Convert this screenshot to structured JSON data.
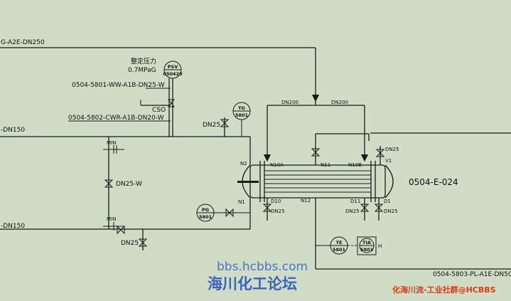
{
  "lines": {
    "top_left": "G-A2E-DN250",
    "left_mid": "-DN150",
    "left_low": "-DN150",
    "psv_inlet": "0504-5801-WW-A1B-DN25-W",
    "cwr": "0504-5802-CWR-A1B-DN20-W",
    "outlet": "0504-5803-PL-A1E-DN50",
    "header_left": "DN200",
    "header_right": "DN200"
  },
  "psv": {
    "setpoint_label": "整定压力",
    "setpoint_value": "0.7MPaG",
    "tag_top": "PSV",
    "tag_bottom": "050420",
    "cso": "CSO"
  },
  "instruments": {
    "tg": {
      "top": "TG",
      "bottom": "5801"
    },
    "pg": {
      "top": "PG",
      "bottom": "5801"
    },
    "te": {
      "top": "TE",
      "bottom": "5801"
    },
    "tia": {
      "top": "TIA",
      "bottom": "5801",
      "suffix": "H"
    }
  },
  "valves": {
    "dn25_w": "DN25-W",
    "min_top": "MIN",
    "min_bottom": "MIN",
    "dn25_bottom": "DN25",
    "dn25_tg": "DN25",
    "dn25_d10": "DN25",
    "dn25_d11": "DN25",
    "dn25_d1": "DN25",
    "dn25_v1": "DN25"
  },
  "nozzles": {
    "n2": "N2",
    "n1": "N1",
    "n10a": "N10A",
    "n11": "N11",
    "n10b": "N10B",
    "v1": "V1",
    "d10": "D10",
    "n12": "N12",
    "d11": "D11",
    "d1": "D1"
  },
  "equipment": {
    "tag": "0504-E-024"
  },
  "watermark": {
    "url": "bbs.hcbbs.com",
    "forum": "海川化工论坛",
    "group": "化海川流-工业社群@HCBBS"
  },
  "colors": {
    "background": "#cfdcc6",
    "line": "#1a1a1a",
    "watermark_blue": "#3b63c0",
    "watermark_red": "#e03a12"
  }
}
